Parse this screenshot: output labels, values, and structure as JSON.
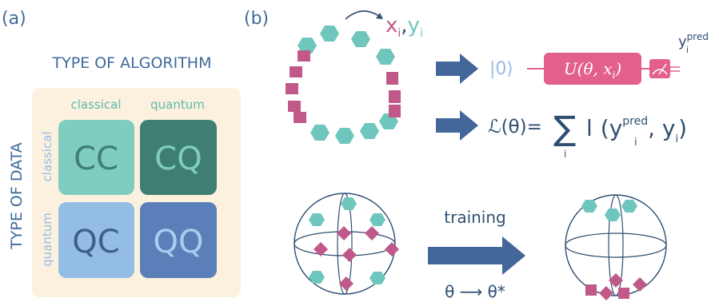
{
  "panel_a": {
    "label": "(a)",
    "col_axis_title": "TYPE OF ALGORITHM",
    "row_axis_title": "TYPE OF DATA",
    "col_labels": [
      "classical",
      "quantum"
    ],
    "row_labels": [
      "classical",
      "quantum"
    ],
    "cells": [
      "CC",
      "CQ",
      "QC",
      "QQ"
    ],
    "colors": {
      "background": "#fbf1de",
      "cc": "#7fcdc0",
      "cq": "#3e7f72",
      "qc": "#94bde6",
      "qq": "#5b7fb9",
      "teal_text": "#5fb8aa",
      "blue_text": "#3e6b9b"
    }
  },
  "panel_b": {
    "label": "(b)",
    "data_x": "x",
    "data_x_sub": "i",
    "comma": ",",
    "data_y": "y",
    "data_y_sub": "i",
    "ket": "|0⟩",
    "unitary": "U(θ, x",
    "unitary_sub": "i",
    "unitary_close": ")",
    "pred": "y",
    "pred_sub": "i",
    "pred_sup": "pred",
    "loss_lhs": "ℒ(θ)=",
    "sum_symbol": "∑",
    "sum_index": "i",
    "loss_l": "l",
    "loss_paren_open": "(y",
    "loss_pred_sub": "i",
    "loss_pred_sup": "pred",
    "loss_comma_y": ", y",
    "loss_y_sub": "i",
    "loss_paren_close": ")",
    "training_label": "training",
    "theta_map": "θ ⟶ θ*",
    "colors": {
      "teal": "#6ec6bd",
      "pink": "#c0588a",
      "arrow": "#43679a",
      "gate": "#e2608a",
      "ink": "#2f4f72"
    }
  }
}
